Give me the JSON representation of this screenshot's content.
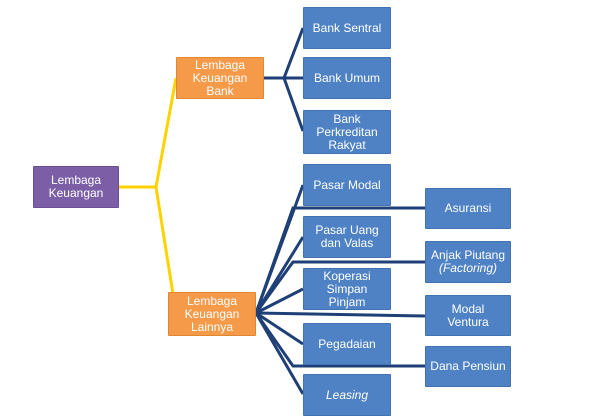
{
  "root": {
    "label": "Lembaga\nKeuangan"
  },
  "categories": [
    {
      "id": "bank",
      "label": "Lembaga\nKeuangan Bank",
      "children": [
        {
          "label": "Bank Sentral"
        },
        {
          "label": "Bank Umum"
        },
        {
          "label": "Bank\nPerkreditan\nRakyat"
        }
      ]
    },
    {
      "id": "nonbank",
      "label": "Lembaga\nKeuangan\nLainnya",
      "children": [
        {
          "label": "Pasar Modal"
        },
        {
          "label": "Pasar Uang\ndan Valas"
        },
        {
          "label": "Koperasi\nSimpan Pinjam"
        },
        {
          "label": "Pegadaian"
        },
        {
          "label": "Leasing",
          "italic": true
        },
        {
          "label": "Asuransi"
        },
        {
          "label": "Anjak Piutang",
          "sub": "(Factoring)"
        },
        {
          "label": "Modal Ventura"
        },
        {
          "label": "Dana Pensiun"
        }
      ]
    }
  ],
  "colors": {
    "root": "#7B5EA5",
    "category": "#F59A49",
    "leaf": "#4E82C4",
    "root_connector": "#FFD200",
    "leaf_connector": "#1F3F77"
  }
}
